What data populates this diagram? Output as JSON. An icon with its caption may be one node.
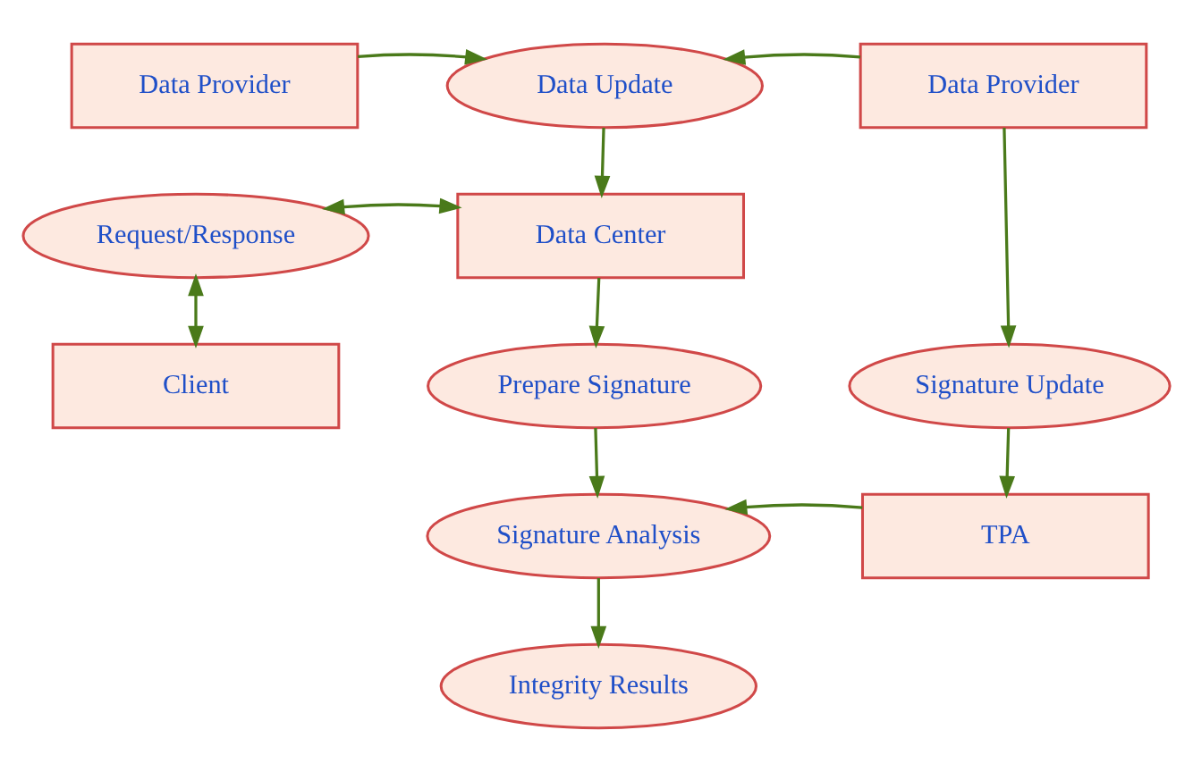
{
  "diagram": {
    "nodes": [
      {
        "text": [
          "Data Provider"
        ]
      },
      {
        "text": [
          "Data Update"
        ]
      },
      {
        "text": [
          "Data Provider"
        ]
      },
      {
        "text": [
          "Request/Response"
        ]
      },
      {
        "text": [
          "Data Center"
        ]
      },
      {
        "text": [
          "Client"
        ]
      },
      {
        "text": [
          "Prepare Signature"
        ]
      },
      {
        "text": [
          "Signature Update"
        ]
      },
      {
        "text": [
          "Signature Analysis"
        ]
      },
      {
        "text": [
          "TPA"
        ]
      },
      {
        "text": [
          "Integrity Results"
        ]
      }
    ],
    "edges": [
      {
        "from": 0,
        "to": 1,
        "arrow": "to"
      },
      {
        "from": 2,
        "to": 1,
        "arrow": "to"
      },
      {
        "from": 1,
        "to": 4,
        "arrow": "to"
      },
      {
        "from": 3,
        "to": 4,
        "arrow": "both"
      },
      {
        "from": 3,
        "to": 5,
        "arrow": "both"
      },
      {
        "from": 4,
        "to": 6,
        "arrow": "to"
      },
      {
        "from": 2,
        "to": 7,
        "arrow": "to"
      },
      {
        "from": 6,
        "to": 8,
        "arrow": "to"
      },
      {
        "from": 7,
        "to": 9,
        "arrow": "to"
      },
      {
        "from": 9,
        "to": 8,
        "arrow": "to"
      },
      {
        "from": 8,
        "to": 10,
        "arrow": "to"
      }
    ]
  }
}
